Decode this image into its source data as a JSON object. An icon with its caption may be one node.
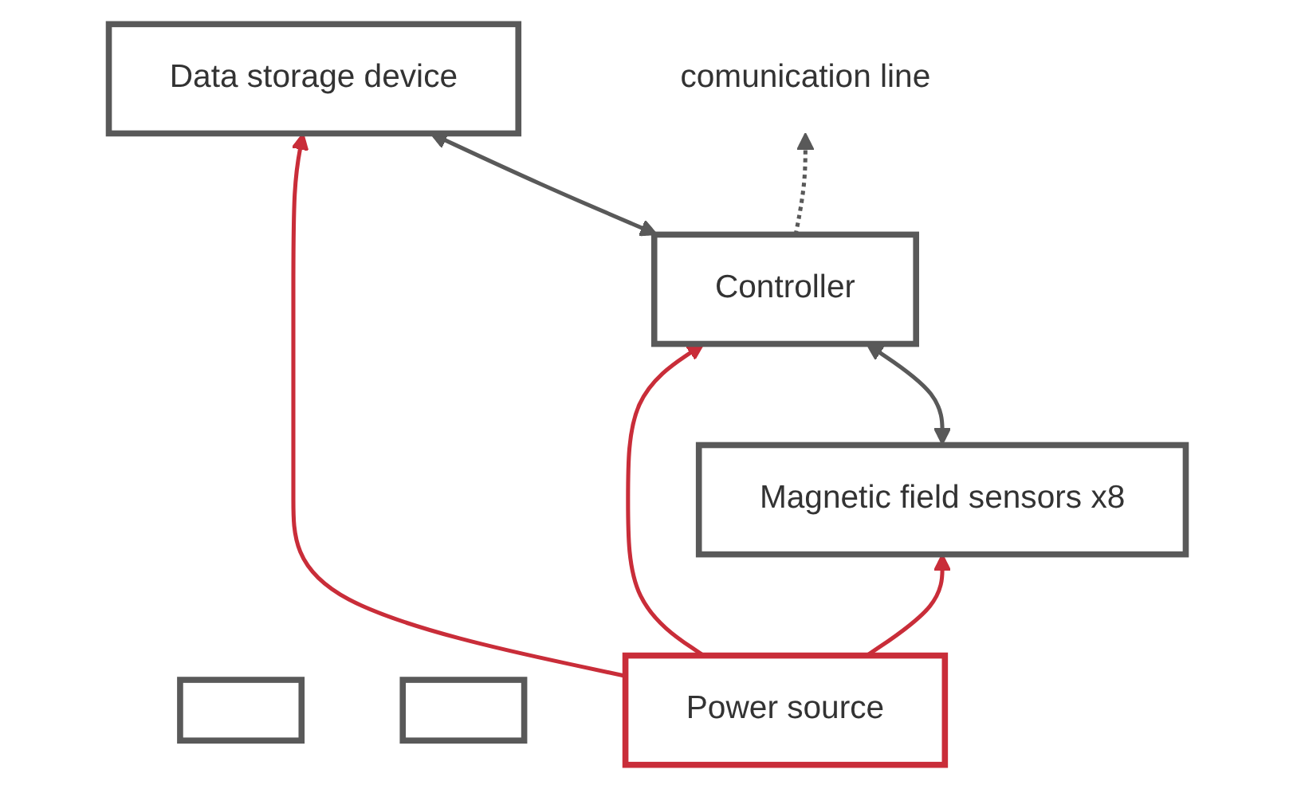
{
  "diagram": {
    "nodes": [
      {
        "text": [
          "Magnetic field sensors x8"
        ]
      },
      {
        "text": [],
        "shape": "box"
      },
      {
        "text": [],
        "shape": "box"
      },
      {
        "text": [
          "Controller"
        ]
      },
      {
        "text": [
          "Data storage device"
        ]
      },
      {
        "text": [
          "Power source"
        ]
      },
      {
        "text": [
          "comunication line"
        ]
      }
    ],
    "edges": [
      {
        "from": 0,
        "to": 3,
        "arrow": "both",
        "color": "#595959"
      },
      {
        "from": 3,
        "to": 4,
        "arrow": "both",
        "color": "#595959"
      },
      {
        "from": 5,
        "to": 0,
        "arrow": "to",
        "color": "#c92d39"
      },
      {
        "from": 5,
        "to": 3,
        "arrow": "to",
        "color": "#c92d39"
      },
      {
        "from": 5,
        "to": 4,
        "arrow": "to",
        "color": "#c92d39"
      },
      {
        "from": 3,
        "to": 6,
        "arrow": "to",
        "style": "dashed",
        "color": "#595959"
      }
    ]
  }
}
